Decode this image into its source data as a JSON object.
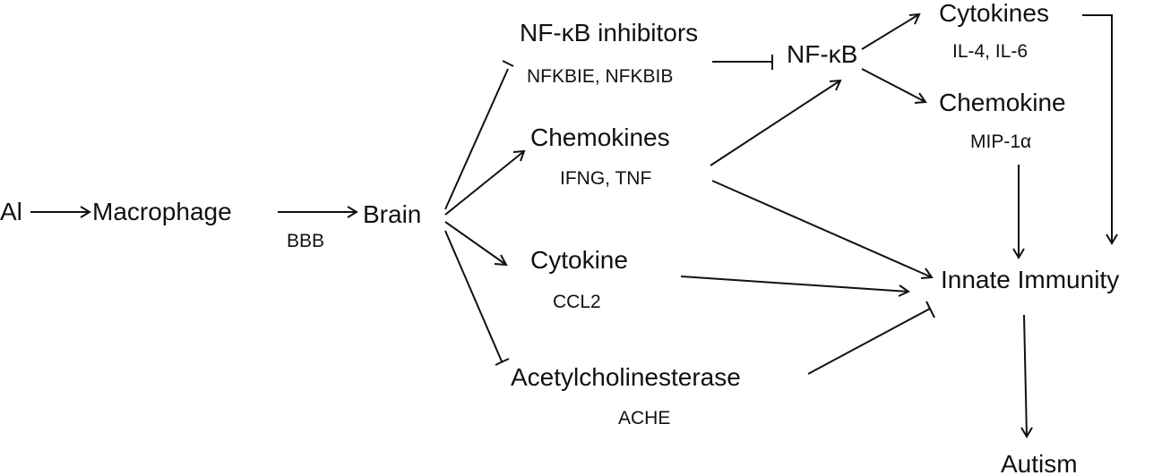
{
  "nodes": {
    "al": "Al",
    "macrophage": "Macrophage",
    "bbb": "BBB",
    "brain": "Brain",
    "nfkb_inhibitors": {
      "title": "NF-κB inhibitors",
      "genes": "NFKBIE, NFKBIB"
    },
    "chemokines": {
      "title": "Chemokines",
      "genes": "IFNG, TNF"
    },
    "cytokine_ccl2": {
      "title": "Cytokine",
      "genes": "CCL2"
    },
    "ache": {
      "title": "Acetylcholinesterase",
      "genes": "ACHE"
    },
    "nfkb": "NF-κB",
    "cytokines_il": {
      "title": "Cytokines",
      "genes": "IL-4, IL-6"
    },
    "chemokine_mip": {
      "title": "Chemokine",
      "genes": "MIP-1α"
    },
    "innate_immunity": "Innate Immunity",
    "autism": "Autism"
  },
  "colors": {
    "ink": "#111111",
    "background": "#ffffff"
  }
}
